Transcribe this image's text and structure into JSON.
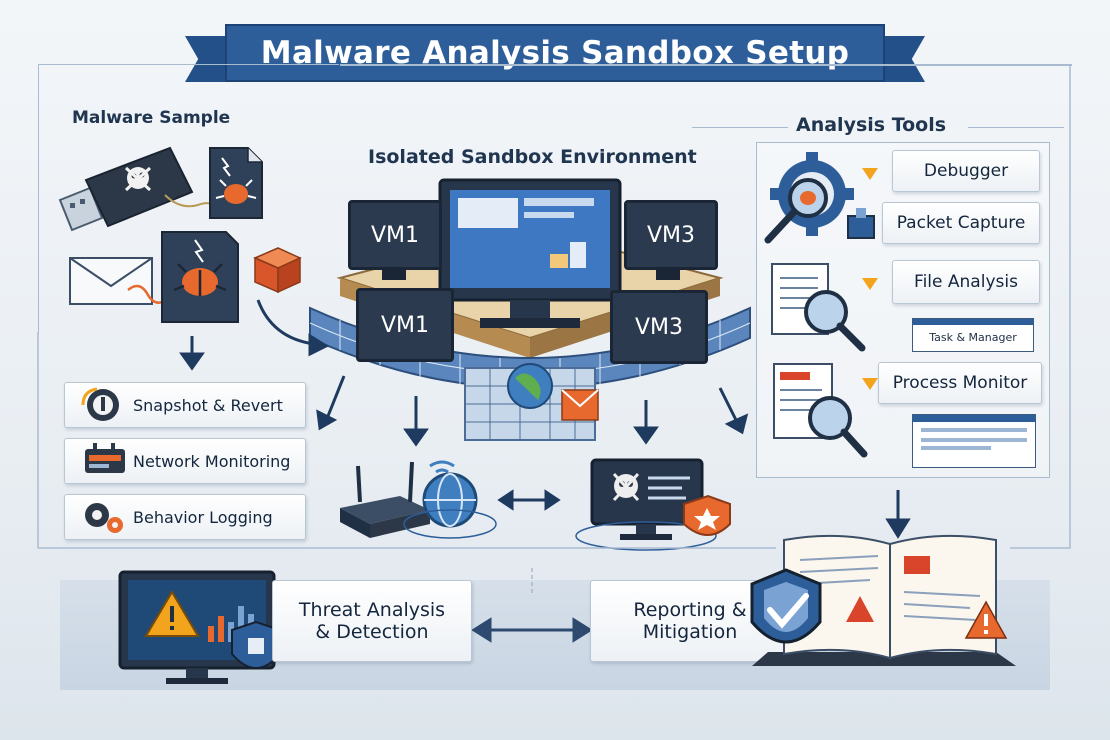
{
  "title": "Malware Analysis Sandbox Setup",
  "sample_panel": {
    "label": "Malware Sample"
  },
  "sandbox": {
    "label": "Isolated Sandbox Environment",
    "vms": [
      "VM1",
      "VM3",
      "VM1",
      "VM3"
    ]
  },
  "tools_panel": {
    "label": "Analysis Tools",
    "items": [
      "Debugger",
      "Packet Capture",
      "File Analysis",
      "Process Monitor"
    ],
    "task_manager": "Task & Manager"
  },
  "features": [
    "Snapshot & Revert",
    "Network Monitoring",
    "Behavior Logging"
  ],
  "threat_box": {
    "line1": "Threat Analysis",
    "line2": "& Detection"
  },
  "report_box": {
    "line1": "Reporting &",
    "line2": "Mitigation"
  },
  "colors": {
    "primary": "#2e5e9a",
    "dark": "#1d3a5f",
    "accent": "#e8692e",
    "warning": "#f2a41c",
    "danger": "#d9452b"
  }
}
